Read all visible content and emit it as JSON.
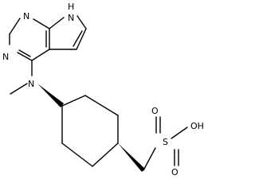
{
  "molecule": {
    "atoms": {
      "N1": "N",
      "N3": "N",
      "N7H": "H",
      "N7": "N",
      "Namine": "N",
      "S": "S",
      "O_top": "O",
      "O_bottom": "O",
      "OH": "OH"
    }
  },
  "colors": {
    "bond": "#000000",
    "text": "#000000",
    "background": "#ffffff"
  }
}
